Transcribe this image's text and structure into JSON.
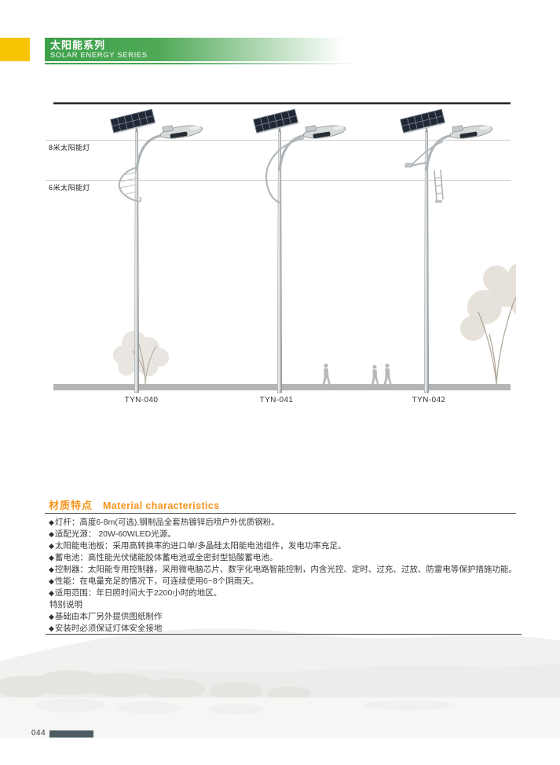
{
  "header": {
    "series_title_cn": "太阳能系列",
    "series_title_en": "SOLAR ENERGY SERIES"
  },
  "figure": {
    "height_labels": [
      {
        "label": "8米太阳能灯"
      },
      {
        "label": "6米太阳能灯"
      }
    ],
    "products": [
      {
        "model": "TYN-040"
      },
      {
        "model": "TYN-041"
      },
      {
        "model": "TYN-042"
      }
    ]
  },
  "materials": {
    "title_cn": "材质特点",
    "title_en": "Material characteristics",
    "items": [
      {
        "bullet": "◆",
        "text": "灯杆：高度6-8m(可选),钢制品全套热镀锌后喷户外优质钢粉。"
      },
      {
        "bullet": "◆",
        "text": "适配光源： 20W-60WLED光源。"
      },
      {
        "bullet": "◆",
        "text": "太阳能电池板：采用高转换率的进口单/多晶硅太阳能电池组件，发电功率充足。"
      },
      {
        "bullet": "◆",
        "text": "蓄电池：高性能光伏储能胶体蓄电池或全密封型铅酸蓄电池。"
      },
      {
        "bullet": "◆",
        "text": "控制器：太阳能专用控制器，采用微电脑芯片、数字化电路智能控制，内含光控、定时、过充、过放、防雷电等保护措施功能。"
      },
      {
        "bullet": "◆",
        "text": "性能：在电量充足的情况下，可连续使用6~8个阴雨天。"
      },
      {
        "bullet": "◆",
        "text": "适用范围：年日照时间大于2200小时的地区。"
      },
      {
        "bullet": "",
        "text": "特别说明"
      },
      {
        "bullet": "◆",
        "text": "基础由本厂另外提供图纸制作"
      },
      {
        "bullet": "◆",
        "text": "安装时必须保证灯体安全接地"
      }
    ]
  },
  "footer": {
    "page_number": "044"
  },
  "colors": {
    "header_yellow": "#F6C400",
    "header_green": "#3FA04C",
    "accent_orange": "#F7941D",
    "ground_gray": "#B4B4B4"
  }
}
